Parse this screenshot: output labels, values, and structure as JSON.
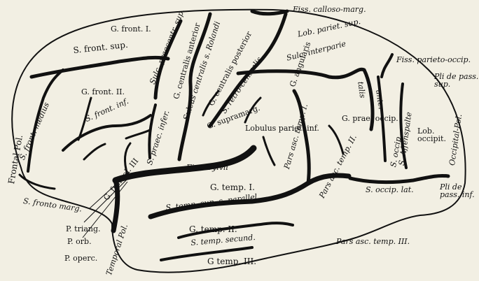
{
  "labels": {
    "fiss_calloso_marg": "Fiss. calloso-marg.",
    "g_front_1": "G. front. I.",
    "s_front_sup": "S. front. sup.",
    "sulc_praecentr_sup": "Sulc. praecentr. sup.",
    "g_centralis_anterior": "G. centralis anterior",
    "sulcus_centralis": "Sulcus centralis s. Rolandi",
    "g_centralis_posterior": "G. centralis posterior",
    "s_retro_centralis": "S. retro-centralis",
    "lob_pariet_sup": "Lob. pariet. sup.",
    "sulc_interparie": "Sulc. interparie",
    "talis": "talis",
    "fiss_parieto_occip": "Fiss. parieto-occip.",
    "pli_de_pass_sup": "Pli de pass. sup.",
    "frontal_pol": "Frontal Pol.",
    "s_front_medius": "S. front. medius",
    "g_front_2": "G. front. II.",
    "s_front_inf": "S. front. inf.",
    "s_praec_infer": "S. praec. infer.",
    "g_front_3": "G. frontal. III",
    "fiss_sylvii": "Fiss. Sylvii",
    "g_supramarg": "G. supramarg.",
    "lobulus_pariet_inf": "Lobulus pariet. inf.",
    "pars_asc_temp_1": "Pars asc. temp. I.",
    "g_angularis": "G. angularis",
    "g_prae_occip": "G. prae. occip.",
    "s_occip": "S. occip.",
    "anter": "anter",
    "s_affenspalte": "S. Affenspalte",
    "lob_occipit": "Lob. occipit.",
    "occipital_pol": "Occipital-Pol.",
    "s_fronto_marg": "S. fronto marg.",
    "g_temp_1": "G. temp. I.",
    "s_temp_sup": "S. temp. sup. s. parallel.",
    "pars_asc_temp_2": "Pars asc. temp. II.",
    "s_occip_lat": "S. occip. lat.",
    "pli_de_pass_inf": "Pli de pass. inf.",
    "p_triang": "P. triang.",
    "p_orb": "P. orb.",
    "p_operc": "P. operc.",
    "temporal_pol": "Temporal Pol.",
    "g_temp_2": "G. temp. II.",
    "s_temp_secund": "S. temp. secund.",
    "g_temp_3": "G temp. III.",
    "pars_asc_temp_3": "Pars asc. temp. III."
  }
}
